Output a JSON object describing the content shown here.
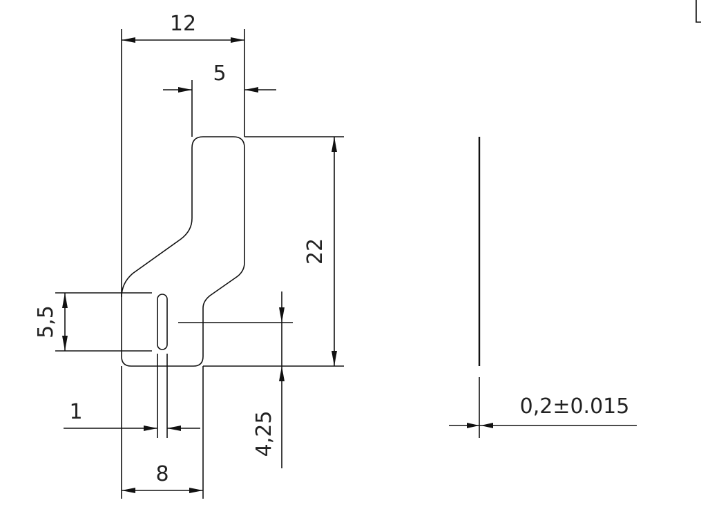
{
  "drawing": {
    "dimensions": {
      "width_total": "12",
      "width_top_tab": "5",
      "height_total": "22",
      "slot_length": "5,5",
      "slot_width": "1",
      "bottom_width": "8",
      "slot_offset": "4,25",
      "thickness": "0,2±0.015"
    }
  }
}
